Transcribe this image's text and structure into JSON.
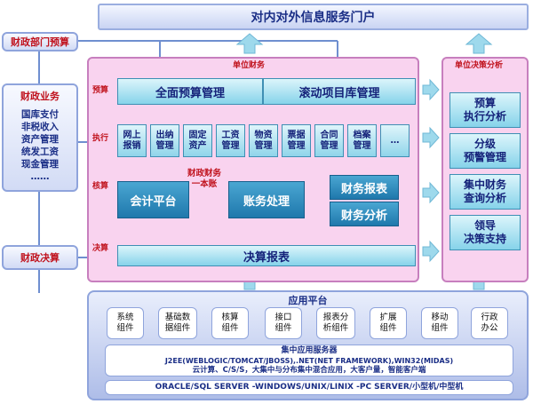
{
  "portal": "对内对外信息服务门户",
  "left": {
    "budget": "财政部门预算",
    "business_title": "财政业务",
    "business_items": [
      "国库支付",
      "非税收入",
      "资产管理",
      "统发工资",
      "现金管理",
      "……"
    ],
    "final_accounts": "财政决算"
  },
  "unit_finance": {
    "title": "单位财务",
    "stages": {
      "budget": "预算",
      "execution": "执行",
      "accounting": "核算",
      "final": "决算"
    },
    "budget_mgmt": "全面预算管理",
    "rolling_projects": "滚动项目库管理",
    "exec_items": [
      [
        "网上",
        "报销"
      ],
      [
        "出纳",
        "管理"
      ],
      [
        "固定",
        "资产"
      ],
      [
        "工资",
        "管理"
      ],
      [
        "物资",
        "管理"
      ],
      [
        "票据",
        "管理"
      ],
      [
        "合同",
        "管理"
      ],
      [
        "档案",
        "管理"
      ],
      [
        "…",
        ""
      ]
    ],
    "ledger_note": [
      "财政财务",
      "一本账"
    ],
    "accounting_platform": "会计平台",
    "account_processing": "账务处理",
    "financial_reports": "财务报表",
    "financial_analysis": "财务分析",
    "final_reports": "决算报表"
  },
  "decision": {
    "title": "单位决策分析",
    "items": [
      [
        "预算",
        "执行分析"
      ],
      [
        "分级",
        "预警管理"
      ],
      [
        "集中财务",
        "查询分析"
      ],
      [
        "领导",
        "决策支持"
      ]
    ]
  },
  "platform": {
    "title": "应用平台",
    "components": [
      [
        "系统",
        "组件"
      ],
      [
        "基础数",
        "据组件"
      ],
      [
        "核算",
        "组件"
      ],
      [
        "接口",
        "组件"
      ],
      [
        "报表分",
        "析组件"
      ],
      [
        "扩展",
        "组件"
      ],
      [
        "移动",
        "组件"
      ],
      [
        "行政",
        "办公"
      ]
    ],
    "server_title": "集中应用服务器",
    "server_line1": "J2EE(WEBLOGIC/TOMCAT/JBOSS),.NET(NET FRAMEWORK),WIN32(MIDAS)",
    "server_line2": "云计算、C/S/S，大集中与分布集中混合应用，大客户量，智能客户端",
    "bottom": "ORACLE/SQL SERVER -WINDOWS/UNIX/LINIX -PC SERVER/小型机/中型机"
  },
  "colors": {
    "pink": "#f9d3ef",
    "cyan": "#86d3ea",
    "arrow": "#9ed9ec",
    "stage_red": "#c0121d",
    "title_blue": "#1a2e86"
  }
}
